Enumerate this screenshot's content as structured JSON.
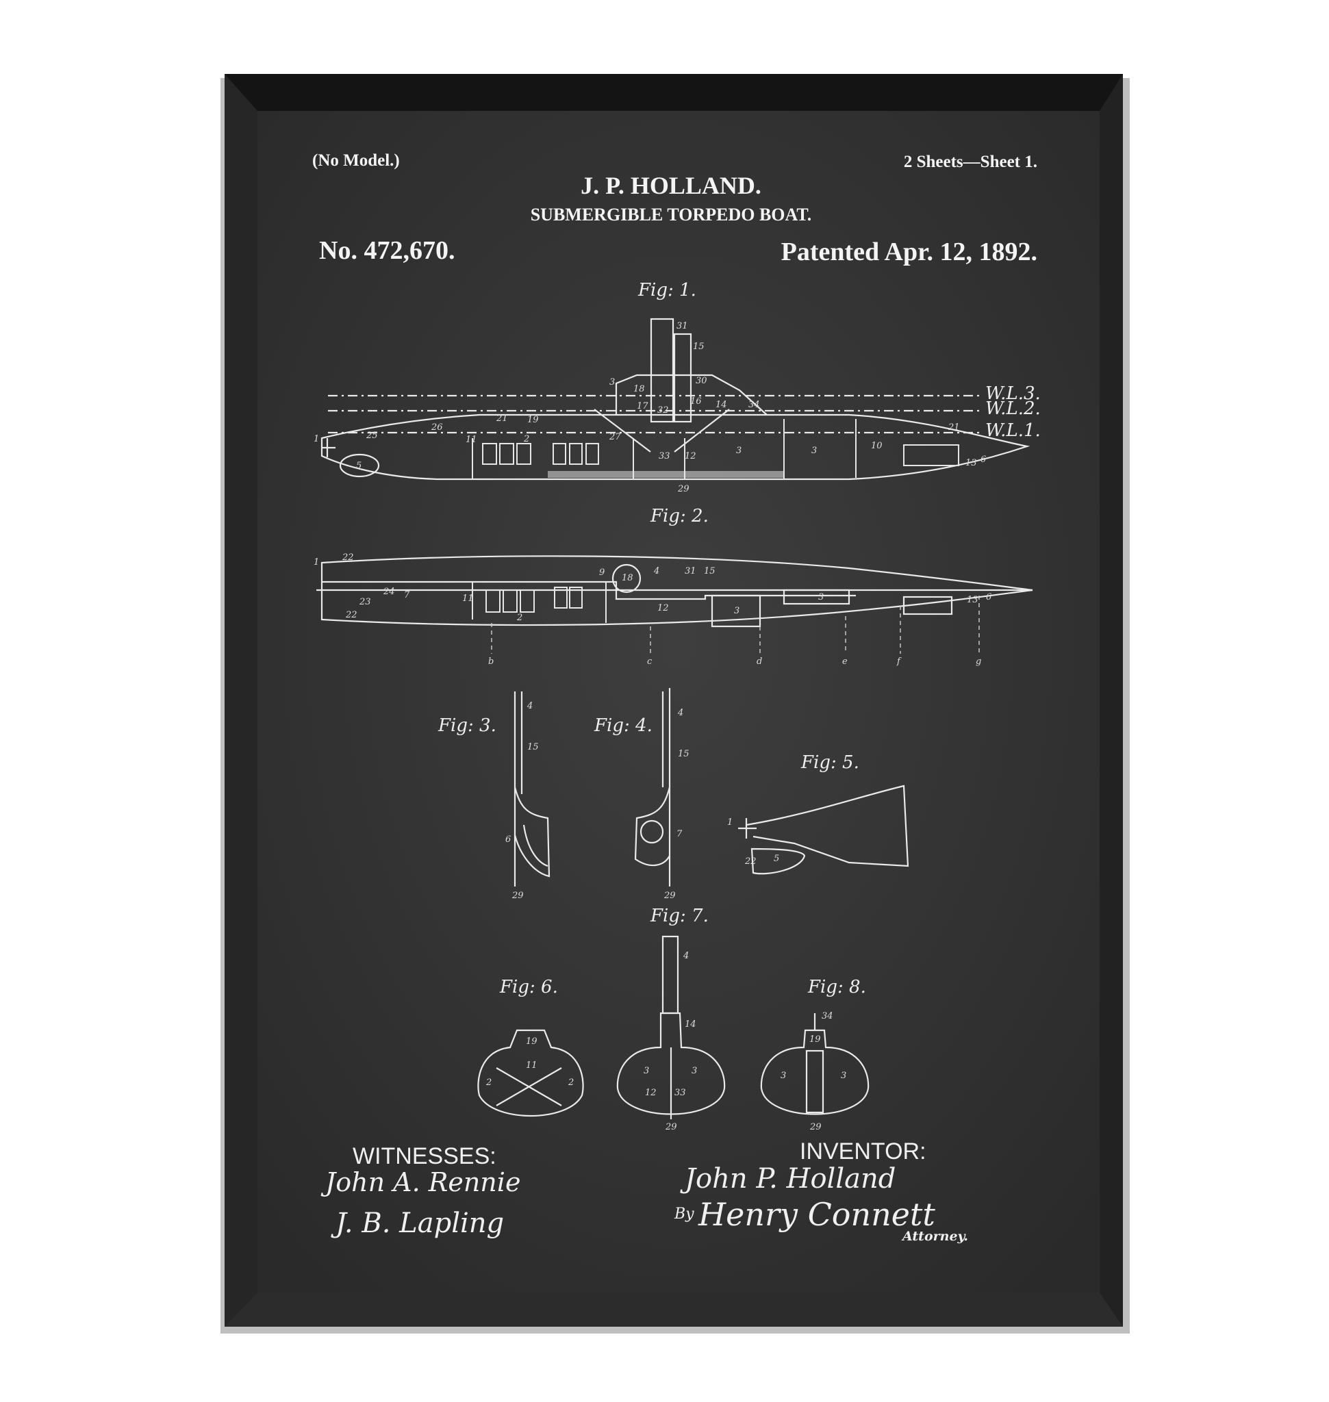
{
  "header": {
    "no_model": "(No Model.)",
    "sheets": "2 Sheets—Sheet 1.",
    "inventor_name": "J. P. HOLLAND.",
    "title": "SUBMERGIBLE TORPEDO BOAT.",
    "patent_no": "No. 472,670.",
    "patented": "Patented Apr. 12, 1892."
  },
  "figures": {
    "fig1": "Fig: 1.",
    "fig2": "Fig: 2.",
    "fig3": "Fig: 3.",
    "fig4": "Fig: 4.",
    "fig5": "Fig: 5.",
    "fig6": "Fig: 6.",
    "fig7": "Fig: 7.",
    "fig8": "Fig: 8."
  },
  "waterlines": [
    "W.L.3.",
    "W.L.2.",
    "W.L.1."
  ],
  "fig1_parts": [
    "1",
    "25",
    "26",
    "11",
    "2",
    "21",
    "19",
    "3",
    "27",
    "17",
    "32",
    "18",
    "16",
    "14",
    "31",
    "15",
    "30",
    "34",
    "33",
    "12",
    "3",
    "3",
    "10",
    "21",
    "13",
    "6",
    "5",
    "29"
  ],
  "fig2_parts": [
    "1",
    "22",
    "7",
    "23",
    "24",
    "22",
    "11",
    "2",
    "9",
    "18",
    "4",
    "31",
    "15",
    "12",
    "3",
    "3",
    "13",
    "6",
    "b",
    "c",
    "d",
    "e",
    "f",
    "g"
  ],
  "fig3_parts": [
    "4",
    "15",
    "6",
    "29"
  ],
  "fig4_parts": [
    "4",
    "15",
    "7",
    "29"
  ],
  "fig5_parts": [
    "1",
    "22",
    "5"
  ],
  "fig6_parts": [
    "19",
    "11",
    "2",
    "2"
  ],
  "fig7_parts": [
    "4",
    "14",
    "3",
    "3",
    "12",
    "33",
    "29"
  ],
  "fig8_parts": [
    "34",
    "19",
    "3",
    "3",
    "29"
  ],
  "signatures": {
    "witnesses_label": "WITNESSES:",
    "witness1": "John A. Rennie",
    "witness2": "J. B. Lapling",
    "inventor_label": "INVENTOR:",
    "inventor_sig": "John P. Holland",
    "by": "By",
    "attorney_sig": "Henry Connett",
    "attorney_label": "Attorney."
  }
}
